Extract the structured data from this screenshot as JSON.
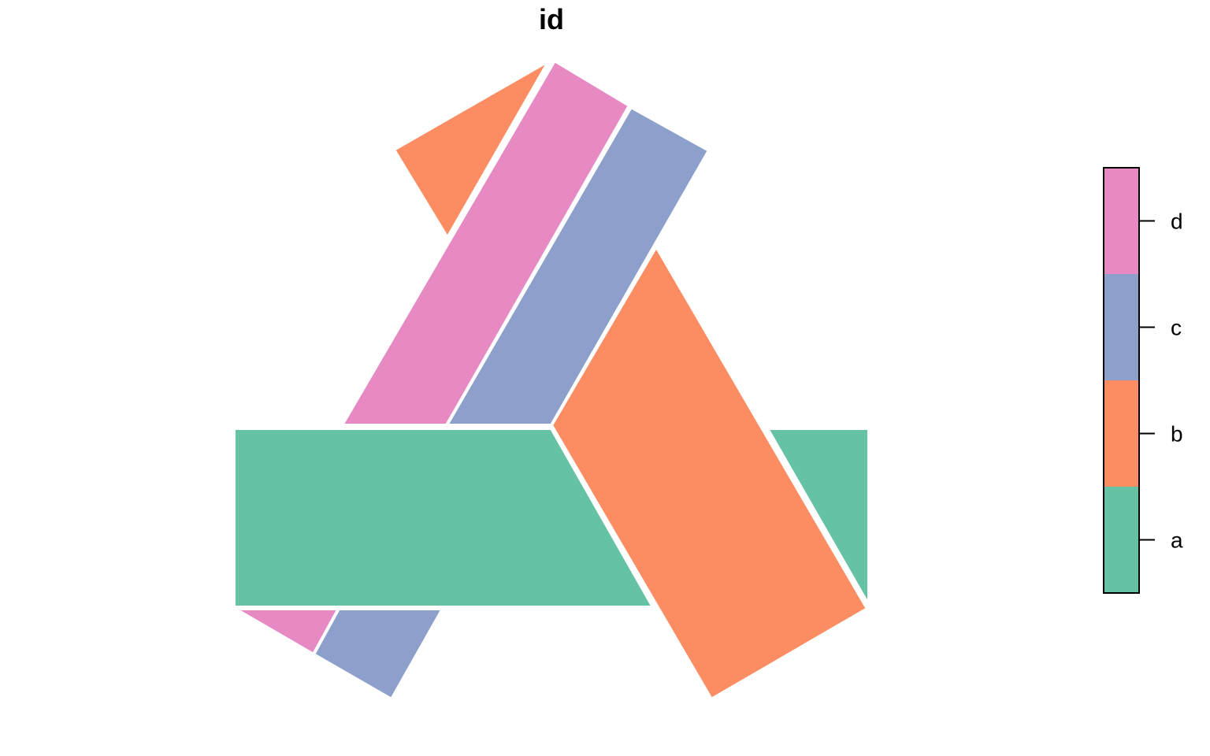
{
  "chart_data": {
    "type": "map",
    "title": "id",
    "features": [
      {
        "id": "a",
        "color": "#66c2a5"
      },
      {
        "id": "b",
        "color": "#fc8d62"
      },
      {
        "id": "c",
        "color": "#8da0cb"
      },
      {
        "id": "d",
        "color": "#e78ac3"
      }
    ],
    "legend": {
      "position": "right",
      "type": "color-bar",
      "labels": [
        "a",
        "b",
        "c",
        "d"
      ],
      "colors": [
        "#66c2a5",
        "#fc8d62",
        "#8da0cb",
        "#e78ac3"
      ]
    },
    "border_color": "#ffffff"
  }
}
